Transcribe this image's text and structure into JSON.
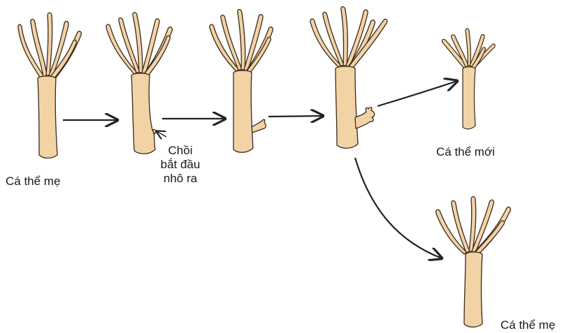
{
  "labels": {
    "mother_left": "Cá thể mẹ",
    "bud_line1": "Chồi",
    "bud_line2": "bắt đầu",
    "bud_line3": "nhô ra",
    "new_individual": "Cá thể mới",
    "mother_right": "Cá thể mẹ"
  },
  "colors": {
    "body_fill": "#f2d3a6",
    "outline": "#3a2a1a",
    "arrow": "#222222"
  }
}
